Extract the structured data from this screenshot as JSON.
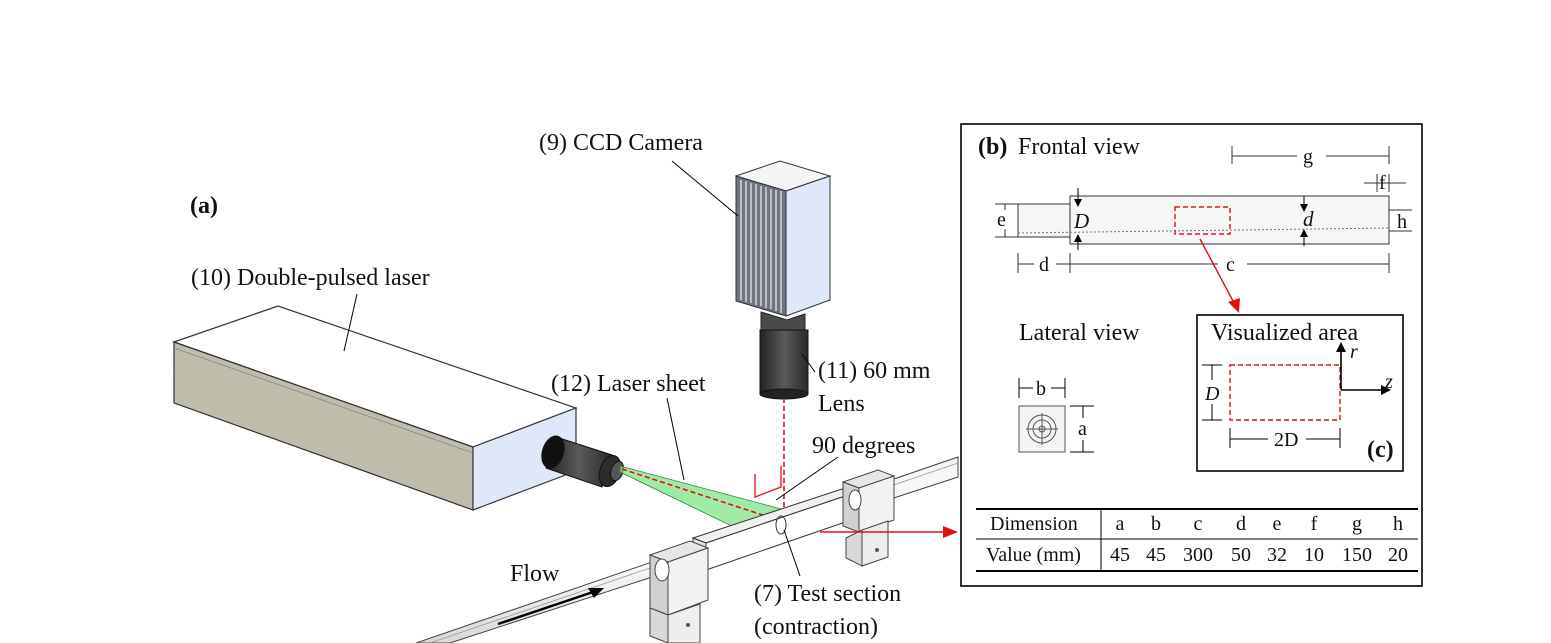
{
  "panel_a": {
    "label": "(a)",
    "camera": "(9) CCD Camera",
    "laser": "(10) Double-pulsed laser",
    "lens_line1": "(11) 60 mm",
    "lens_line2": "Lens",
    "sheet": "(12) Laser sheet",
    "angle": "90 degrees",
    "flow": "Flow",
    "test_line1": "(7) Test section",
    "test_line2": "(contraction)"
  },
  "panel_b": {
    "label": "(b)",
    "frontal": "Frontal view",
    "lateral": "Lateral view",
    "dims": {
      "g": "g",
      "f": "f",
      "e": "e",
      "D": "D",
      "d": "d",
      "h": "h",
      "c": "c",
      "d2": "d",
      "a": "a",
      "b": "b"
    }
  },
  "panel_c": {
    "label": "(c)",
    "title": "Visualized area",
    "r": "r",
    "z": "z",
    "D": "D",
    "twoD": "2D"
  },
  "table": {
    "row1_label": "Dimension",
    "row2_label": "Value (mm)",
    "headers": [
      "a",
      "b",
      "c",
      "d",
      "e",
      "f",
      "g",
      "h"
    ],
    "values": [
      "45",
      "45",
      "300",
      "50",
      "32",
      "10",
      "150",
      "20"
    ]
  },
  "colors": {
    "laser_body": "#bfbcab",
    "laser_face": "#dfe8f9",
    "sheet_green": "#7fe38a",
    "beam_red": "#e01010",
    "camera_dark": "#3a3a3a"
  }
}
